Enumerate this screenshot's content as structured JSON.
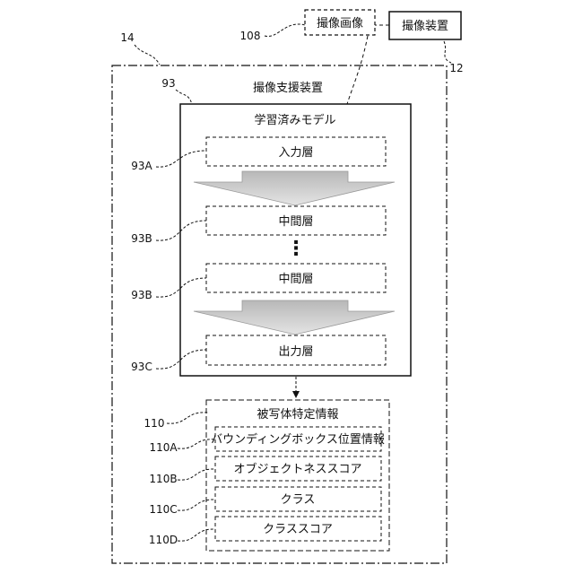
{
  "image_box": {
    "label": "撮像画像",
    "ref": "108"
  },
  "device_box": {
    "label": "撮像装置",
    "ref": "12"
  },
  "support_device": {
    "label": "撮像支援装置",
    "ref": "14"
  },
  "model": {
    "label": "学習済みモデル",
    "ref": "93",
    "layers": [
      {
        "label": "入力層",
        "ref": "93A"
      },
      {
        "label": "中間層",
        "ref": "93B"
      },
      {
        "label": "中間層",
        "ref": "93B"
      },
      {
        "label": "出力層",
        "ref": "93C"
      }
    ],
    "ellipsis": "⋮"
  },
  "subject_info": {
    "label": "被写体特定情報",
    "ref": "110",
    "items": [
      {
        "label": "バウンディングボックス位置情報",
        "ref": "110A"
      },
      {
        "label": "オブジェクトネススコア",
        "ref": "110B"
      },
      {
        "label": "クラス",
        "ref": "110C"
      },
      {
        "label": "クラススコア",
        "ref": "110D"
      }
    ]
  }
}
